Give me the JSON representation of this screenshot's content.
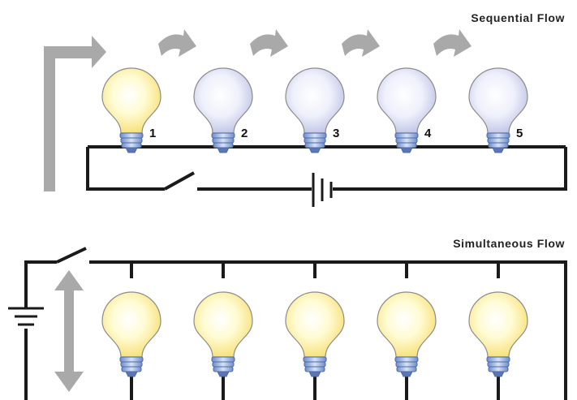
{
  "sequential": {
    "title": "Sequential Flow",
    "bulbs": [
      {
        "number": "1",
        "state": "lit"
      },
      {
        "number": "2",
        "state": "off"
      },
      {
        "number": "3",
        "state": "off"
      },
      {
        "number": "4",
        "state": "off"
      },
      {
        "number": "5",
        "state": "off"
      }
    ]
  },
  "simultaneous": {
    "title": "Simultaneous Flow",
    "bulbs": [
      {
        "state": "lit"
      },
      {
        "state": "lit"
      },
      {
        "state": "lit"
      },
      {
        "state": "lit"
      },
      {
        "state": "lit"
      }
    ]
  },
  "colors": {
    "wire": "#1a1a1a",
    "arrow": "#a9a9a9",
    "lit_glass": "#fff3a0",
    "off_glass": "#d4d8ef",
    "base": "#9fb8e0"
  }
}
